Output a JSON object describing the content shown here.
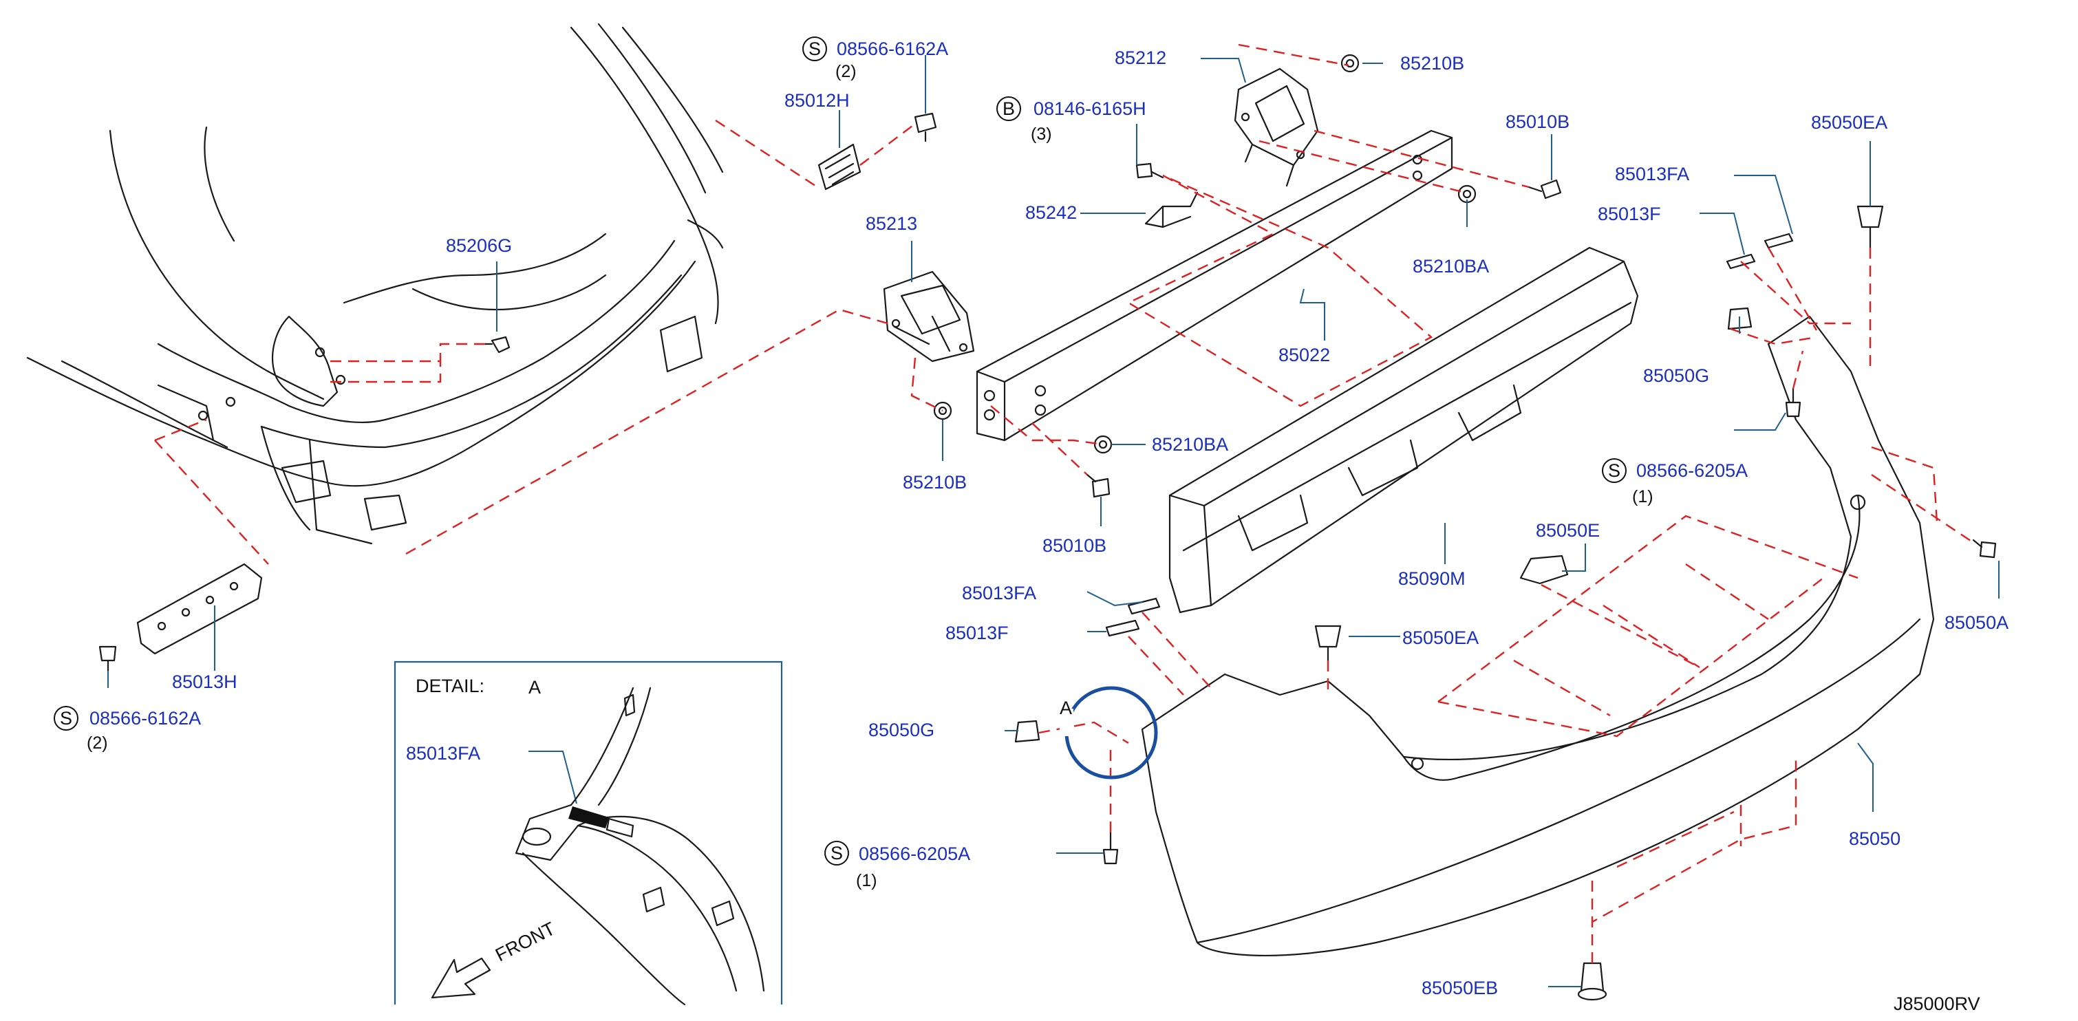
{
  "diagram_id": "J85000RV",
  "colors": {
    "label": "#1a2fc2",
    "leader": "#1f5f8f",
    "dashed_link": "#e02020",
    "part_outline": "#1a1a1a",
    "detail_circle": "#1a4fa0"
  },
  "parts": {
    "p85206G": "85206G",
    "p85012H": "85012H",
    "bolt_s1": "08566-6162A",
    "bolt_s1_qty": "(2)",
    "bolt_b": "08146-6165H",
    "bolt_b_qty": "(3)",
    "p85212": "85212",
    "p85210B_top": "85210B",
    "p85010B_top": "85010B",
    "p85213": "85213",
    "p85242": "85242",
    "p85013FA_top": "85013FA",
    "p85013F_top": "85013F",
    "p85050EA_top": "85050EA",
    "p85210BA_top": "85210BA",
    "p85022": "85022",
    "p85050G_right": "85050G",
    "bolt_s2": "08566-6205A",
    "bolt_s2_qty": "(1)",
    "p85210B_mid": "85210B",
    "p85210BA_mid": "85210BA",
    "p85010B_mid": "85010B",
    "p85050E": "85050E",
    "p85090M": "85090M",
    "p85050A": "85050A",
    "p85013FA_mid": "85013FA",
    "p85013F_mid": "85013F",
    "p85050EA_mid": "85050EA",
    "p85050G_left": "85050G",
    "bolt_s3": "08566-6205A",
    "bolt_s3_qty": "(1)",
    "p85050": "85050",
    "p85050EB": "85050EB",
    "p85013H": "85013H",
    "bolt_s4": "08566-6162A",
    "bolt_s4_qty": "(2)"
  },
  "symbols": {
    "s": "S",
    "b": "B"
  },
  "detail": {
    "heading": "DETAIL:",
    "ref": "A",
    "part": "85013FA",
    "front": "FRONT"
  },
  "callout_ref": "A"
}
